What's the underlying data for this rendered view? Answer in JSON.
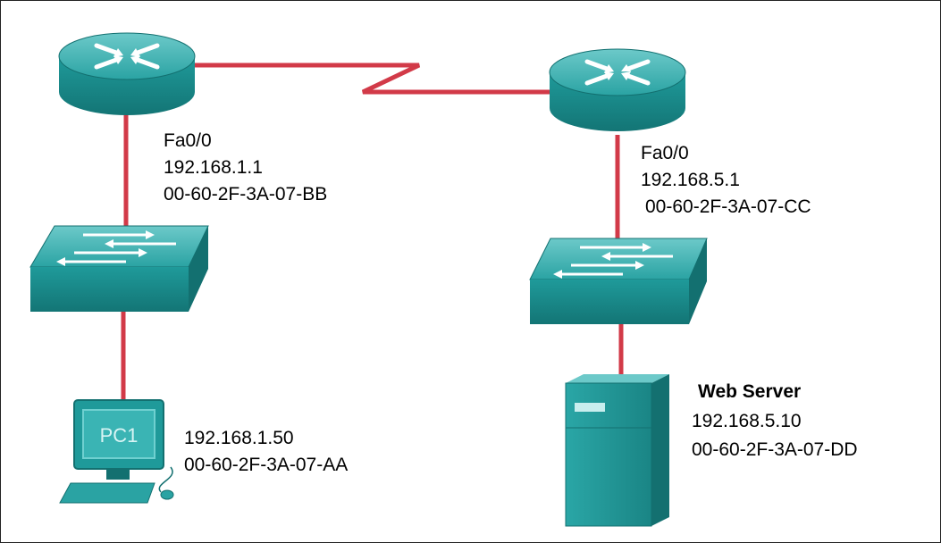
{
  "colors": {
    "link": "#d23a48",
    "device_top": "#4fb8b8",
    "device_body": "#1f9292",
    "device_dark": "#137070",
    "arrow": "#ffffff"
  },
  "router1": {
    "interface": "Fa0/0",
    "ip": "192.168.1.1",
    "mac": "00-60-2F-3A-07-BB"
  },
  "router2": {
    "interface": "Fa0/0",
    "ip": "192.168.5.1",
    "mac": "00-60-2F-3A-07-CC"
  },
  "pc1": {
    "screen_label": "PC1",
    "ip": "192.168.1.50",
    "mac": "00-60-2F-3A-07-AA"
  },
  "server": {
    "name": "Web Server",
    "ip": "192.168.5.10",
    "mac": "00-60-2F-3A-07-DD"
  }
}
